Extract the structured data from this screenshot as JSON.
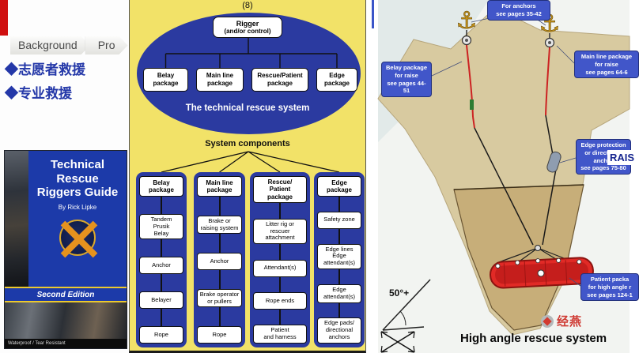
{
  "slide": {
    "tabs": [
      {
        "label": "Background"
      },
      {
        "label": "Pro"
      }
    ],
    "bullets": [
      "◆志愿者救援",
      "◆专业救援"
    ]
  },
  "book": {
    "title": "Technical\nRescue\nRiggers Guide",
    "author": "By Rick Lipke",
    "edition": "Second Edition",
    "footer": "Waterproof / Tear Resistant"
  },
  "diagram": {
    "figure_number": "(8)",
    "rigger_title": "Rigger",
    "rigger_subtitle": "(and/or control)",
    "system_title": "The technical rescue system",
    "components_label": "System components",
    "packages": [
      "Belay\npackage",
      "Main line\npackage",
      "Rescue/Patient\npackage",
      "Edge\npackage"
    ],
    "columns": [
      {
        "header": "Belay\npackage",
        "items": [
          "Tandem\nPrusik\nBelay",
          "Anchor",
          "Belayer",
          "Rope"
        ]
      },
      {
        "header": "Main line\npackage",
        "items": [
          "Brake or\nraising system",
          "Anchor",
          "Brake operator\nor pullers",
          "Rope"
        ]
      },
      {
        "header": "Rescue/\nPatient\npackage",
        "items": [
          "Litter rig or\nrescuer\nattachment",
          "Attendant(s)",
          "Rope ends",
          "Patient\nand harness"
        ]
      },
      {
        "header": "Edge\npackage",
        "items": [
          "Safety zone",
          "Edge lines\nEdge\nattendant(s)",
          "Edge\nattendant(s)",
          "Edge pads/\ndirectional\nanchors"
        ]
      }
    ]
  },
  "illustration": {
    "callouts": [
      "For anchors\nsee pages 35-42",
      "Belay package\nfor raise\nsee pages 44-51",
      "Main line package\nfor raise\nsee pages 64-6",
      "Edge protection\nor directional\nanchor\nsee pages 75-80",
      "Patient packa\nfor high angle r\nsee pages 124-1"
    ],
    "angle_label": "50°+",
    "caption": "High angle rescue system",
    "edge_text": "RAIS",
    "watermark": "经燕"
  },
  "colors": {
    "yellow": "#f2e268",
    "blue": "#2b3aa0",
    "callout": "#4156c9",
    "red": "#df2724",
    "book-blue": "#1c3aa9",
    "accent-red": "#d01010"
  }
}
